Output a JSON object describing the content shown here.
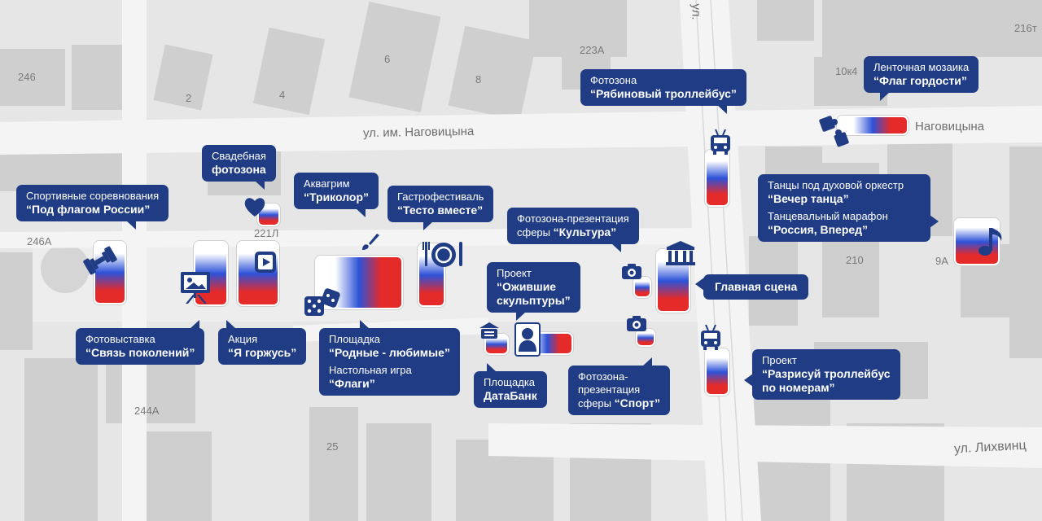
{
  "colors": {
    "accent": "#1f3c84",
    "flag_white": "#ffffff",
    "flag_blue": "#2d52d8",
    "flag_red": "#e52a2a"
  },
  "map": {
    "streets": {
      "nagovitsyna_left": "ул. им. Наговицына",
      "nagovitsyna_right": "Наговицына",
      "likhvintseva": "ул. Лихвинц",
      "vertical_top": "ул."
    },
    "building_numbers": {
      "b246": "246",
      "b2": "2",
      "b4": "4",
      "b6": "6",
      "b8": "8",
      "b223a": "223А",
      "b216t": "216т",
      "b10k4": "10к4",
      "b246a": "246А",
      "b221l": "221Л",
      "b210": "210",
      "b9a": "9А",
      "b244a": "244А",
      "b25": "25"
    }
  },
  "callouts": {
    "sport": {
      "line1": "Спортивные соревнования",
      "line2": "“Под флагом России”"
    },
    "wedding": {
      "line1": "Свадебная",
      "line2": "фотозона"
    },
    "aquagrim": {
      "line1": "Аквагрим",
      "line2": "“Триколор”"
    },
    "gastro": {
      "line1": "Гастрофестиваль",
      "line2": "“Тесто вместе”"
    },
    "culture": {
      "line1": "Фотозона-презентация",
      "line2_prefix": "сферы ",
      "line2_bold": "“Культура”"
    },
    "trolley_photo": {
      "line1": "Фотозона",
      "line2": "“Рябиновый троллейбус”"
    },
    "ribbon": {
      "line1": "Ленточная мозаика",
      "line2": "“Флаг гордости”"
    },
    "dance": {
      "line1": "Танцы под духовой оркестр",
      "line2": "“Вечер танца”",
      "line3": "Танцевальный марафон",
      "line4": "“Россия, Вперед”"
    },
    "main_stage": {
      "line1": "Главная сцена"
    },
    "sculptures": {
      "line1": "Проект",
      "line2": "“Ожившие",
      "line3": "скульптуры”"
    },
    "exhibition": {
      "line1": "Фотовыставка",
      "line2": "“Связь поколений”"
    },
    "proud": {
      "line1": "Акция",
      "line2": "“Я горжусь”"
    },
    "relatives": {
      "line1": "Площадка",
      "line2": "“Родные - любимые”",
      "line3": "Настольная игра",
      "line4": "“Флаги”"
    },
    "databank": {
      "line1": "Площадка",
      "line2": "ДатаБанк"
    },
    "sport_photo": {
      "line1": "Фотозона-",
      "line2": "презентация",
      "line3_prefix": "сферы ",
      "line3_bold": "“Спорт”"
    },
    "paint_trolley": {
      "line1": "Проект",
      "line2": "“Разрисуй троллейбус",
      "line3": "по номерам”"
    }
  },
  "icons": [
    "dumbbell-icon",
    "presentation-easel-icon",
    "video-play-icon",
    "heart-icon",
    "paint-brush-icon",
    "dice-icon",
    "plate-cutlery-icon",
    "camera-icon",
    "theater-building-icon",
    "trolleybus-icon",
    "puzzle-icon",
    "music-note-icon",
    "monument-bust-icon",
    "database-icon"
  ]
}
